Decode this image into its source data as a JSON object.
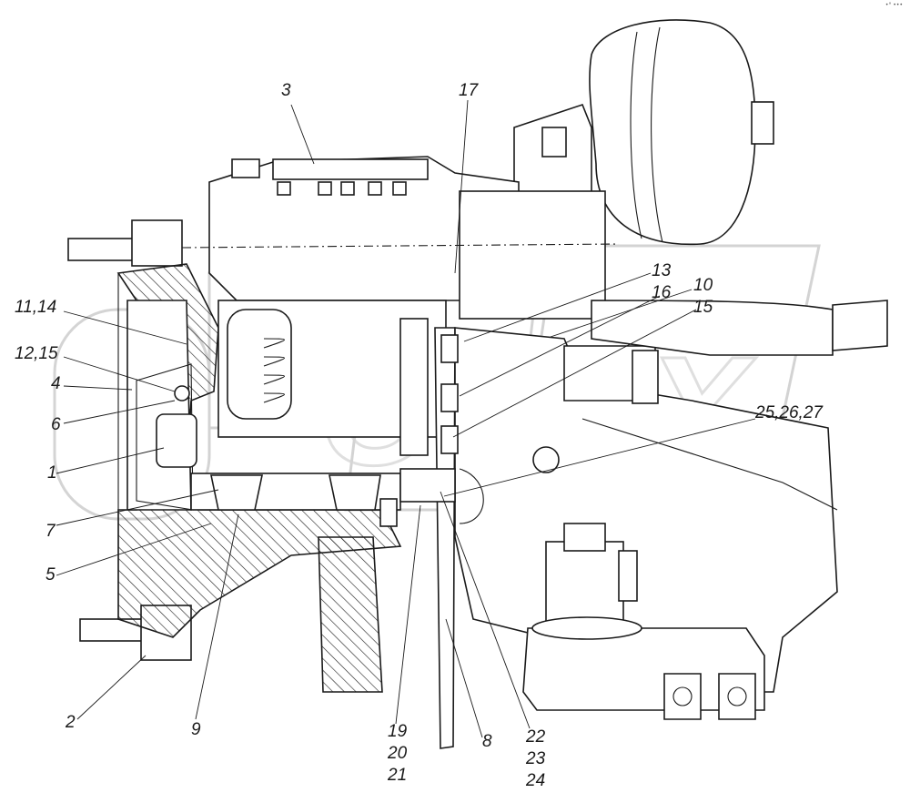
{
  "corner_mark": "•° •••",
  "watermark": "OPEX",
  "callouts": [
    {
      "id": "c3",
      "text": "3"
    },
    {
      "id": "c17",
      "text": "17"
    },
    {
      "id": "c13",
      "text": "13"
    },
    {
      "id": "c16",
      "text": "16"
    },
    {
      "id": "c10",
      "text": "10"
    },
    {
      "id": "c15",
      "text": "15"
    },
    {
      "id": "c11_14",
      "text": "11,14"
    },
    {
      "id": "c12_15",
      "text": "12,15"
    },
    {
      "id": "c4",
      "text": "4"
    },
    {
      "id": "c6",
      "text": "6"
    },
    {
      "id": "c25",
      "text": "25,26,27"
    },
    {
      "id": "c1",
      "text": "1"
    },
    {
      "id": "c7",
      "text": "7"
    },
    {
      "id": "c5",
      "text": "5"
    },
    {
      "id": "c2",
      "text": "2"
    },
    {
      "id": "c9",
      "text": "9"
    },
    {
      "id": "c19",
      "text": "19"
    },
    {
      "id": "c20",
      "text": "20"
    },
    {
      "id": "c21",
      "text": "21"
    },
    {
      "id": "c8",
      "text": "8"
    },
    {
      "id": "c22",
      "text": "22"
    },
    {
      "id": "c23",
      "text": "23"
    },
    {
      "id": "c24",
      "text": "24"
    }
  ]
}
